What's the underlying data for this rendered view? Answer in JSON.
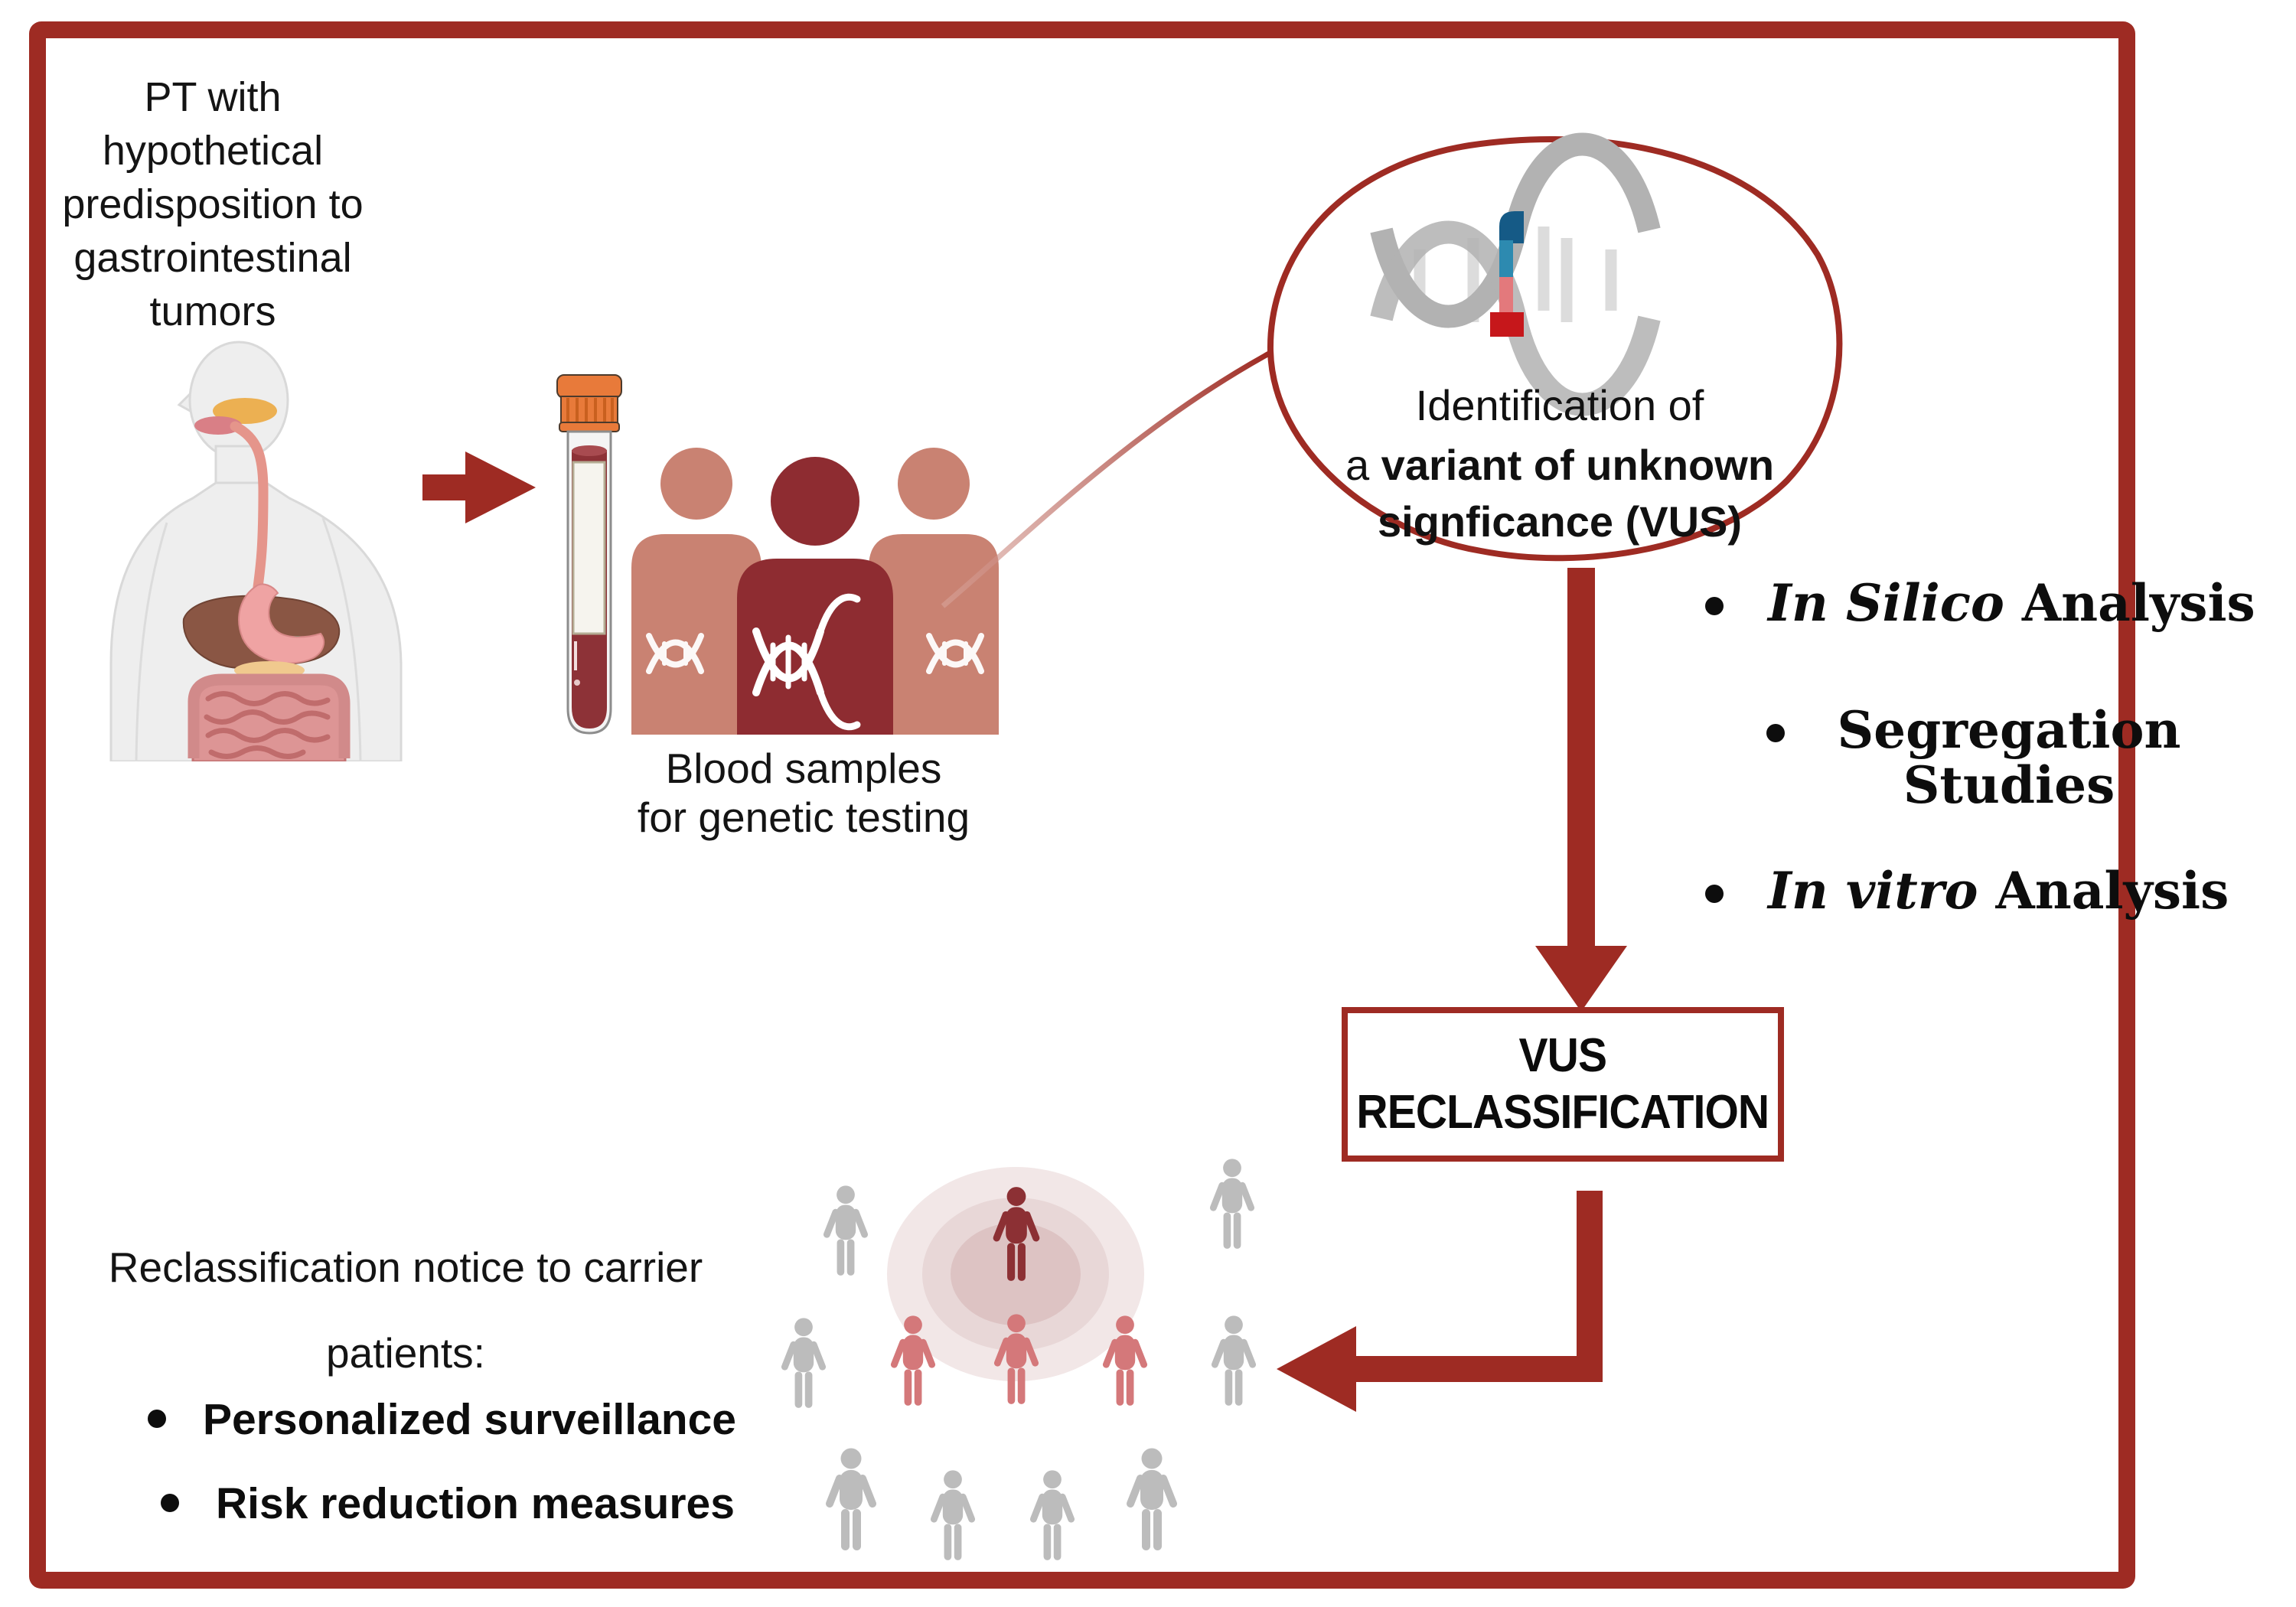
{
  "figure": {
    "patient_label": "PT with\nhypothetical\npredisposition to\ngastrointestinal\ntumors",
    "sample_caption": "Blood samples\nfor genetic testing",
    "bubble": {
      "line1": "Identification of",
      "line2_prefix": "a ",
      "line2_bold": "variant of unknown",
      "line3_bold": "signficance (VUS)"
    },
    "analysis_bullets": [
      {
        "italic": "In Silico",
        "rest": " Analysis"
      },
      {
        "line1": "Segregation",
        "line2": "Studies"
      },
      {
        "italic": "In vitro",
        "rest": " Analysis"
      }
    ],
    "vus_box": {
      "line1": "VUS",
      "line2": "RECLASSIFICATION"
    },
    "notice": {
      "heading": "Reclassification notice to carrier\npatients:",
      "bullets": [
        "Personalized surveillance",
        "Risk reduction measures"
      ]
    }
  },
  "icons": [
    "human-digestive-system-icon",
    "blood-tube-icon",
    "family-dna-group-icon",
    "dna-variant-icon",
    "population-carriers-icon",
    "arrow-right-icon",
    "arrow-down-icon",
    "arrow-elbow-left-icon",
    "speech-bubble-outline"
  ],
  "colors": {
    "accent_dark_red": "#9e2b23",
    "maroon_person": "#8c3034",
    "salmon_person": "#c98272",
    "pink_red_person": "#d4787a",
    "gray_person": "#bcbcbc",
    "variant_blue_dark": "#155a86",
    "variant_blue_light": "#2d8ab0",
    "variant_red_light": "#e3797c",
    "variant_red_bright": "#c6171b",
    "tube_cap_orange": "#e87a3a",
    "blood_red": "#8d3237"
  }
}
